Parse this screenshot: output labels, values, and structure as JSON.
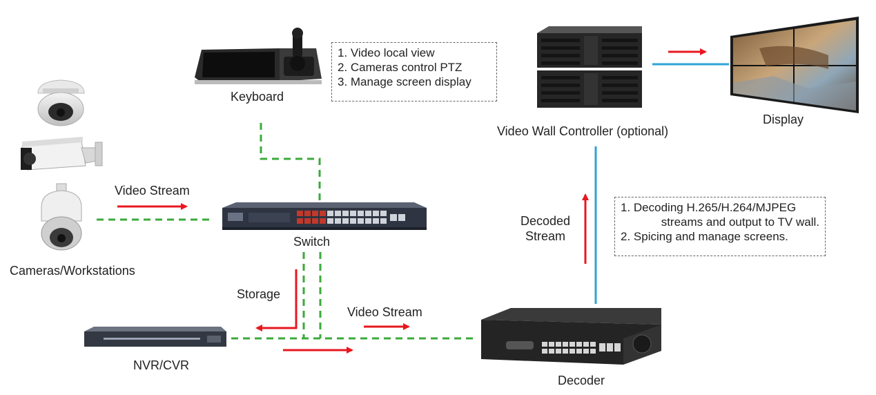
{
  "devices": {
    "keyboard": "Keyboard",
    "cameras": "Cameras/Workstations",
    "switch": "Switch",
    "nvr": "NVR/CVR",
    "decoder": "Decoder",
    "video_wall_controller": "Video Wall Controller (optional)",
    "display": "Display"
  },
  "flow_labels": {
    "video_stream_cameras": "Video Stream",
    "storage": "Storage",
    "video_stream_nvr": "Video Stream",
    "decoded_stream_line1": "Decoded",
    "decoded_stream_line2": "Stream"
  },
  "keyboard_note": [
    "1. Video local view",
    "2. Cameras control PTZ",
    "3. Manage screen display"
  ],
  "decoder_note": [
    "1. Decoding H.265/H.264/MJPEG",
    "streams and output to TV wall.",
    "2. Spicing and manage screens."
  ],
  "colors": {
    "network_line": "#3aaa3a",
    "video_line": "#2ea3d6",
    "arrow": "#e8171f"
  }
}
